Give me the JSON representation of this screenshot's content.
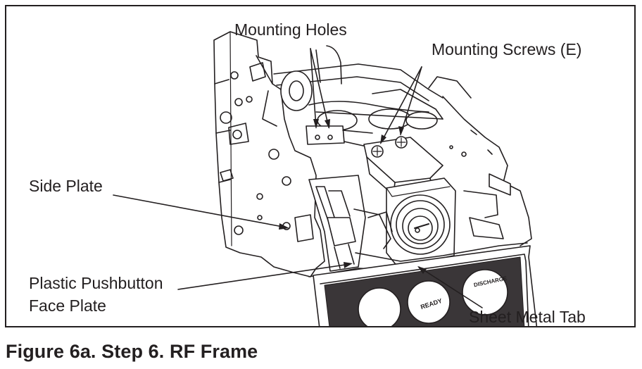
{
  "figure": {
    "caption": "Figure 6a. Step 6. RF Frame",
    "line_color": "#231f20"
  },
  "callouts": {
    "mounting_holes": "Mounting Holes",
    "mounting_screws": "Mounting Screws (E)",
    "side_plate": "Side Plate",
    "pushbutton_line1": "Plastic Pushbutton",
    "pushbutton_line2": "Face Plate",
    "sheet_metal_tab": "Sheet Metal Tab"
  },
  "front_panel": {
    "button_labels": [
      "READY",
      "DISCHARGE"
    ]
  }
}
